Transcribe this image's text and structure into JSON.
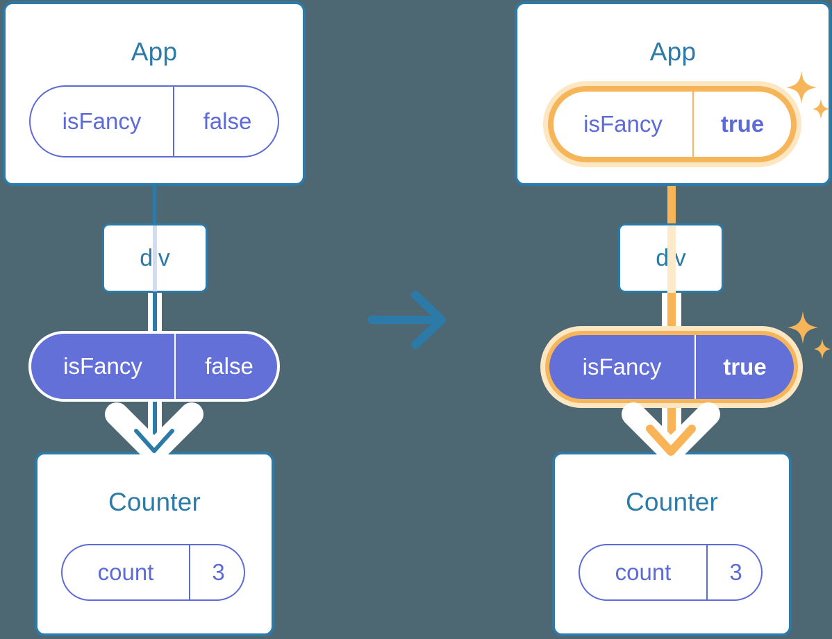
{
  "meta": {
    "background_color": "#4d6773",
    "accent_blue": "#2b7aa8",
    "accent_purple": "#6370d8",
    "accent_purple_line": "#5c6bd6",
    "highlight_orange": "#f7b55a",
    "highlight_orange_soft": "#fdeacb",
    "white": "#ffffff"
  },
  "transition_arrow": {
    "name": "right-arrow",
    "color": "#2b7aa8",
    "direction": "right"
  },
  "left": {
    "app": {
      "title": "App",
      "state": {
        "key": "isFancy",
        "value": "false",
        "style": "outline",
        "highlighted": false
      }
    },
    "element": {
      "label": "div"
    },
    "prop": {
      "key": "isFancy",
      "value": "false",
      "style": "filled",
      "highlighted": false
    },
    "counter": {
      "title": "Counter",
      "state": {
        "key": "count",
        "value": "3",
        "style": "outline",
        "highlighted": false
      }
    },
    "flow_color": "#2b7aa8",
    "sparkles": false
  },
  "right": {
    "app": {
      "title": "App",
      "state": {
        "key": "isFancy",
        "value": "true",
        "style": "outline",
        "highlighted": true
      }
    },
    "element": {
      "label": "div"
    },
    "prop": {
      "key": "isFancy",
      "value": "true",
      "style": "filled",
      "highlighted": true
    },
    "counter": {
      "title": "Counter",
      "state": {
        "key": "count",
        "value": "3",
        "style": "outline",
        "highlighted": false
      }
    },
    "flow_color": "#f9b458",
    "sparkles": true,
    "sparkle_color": "#f7b55a"
  }
}
